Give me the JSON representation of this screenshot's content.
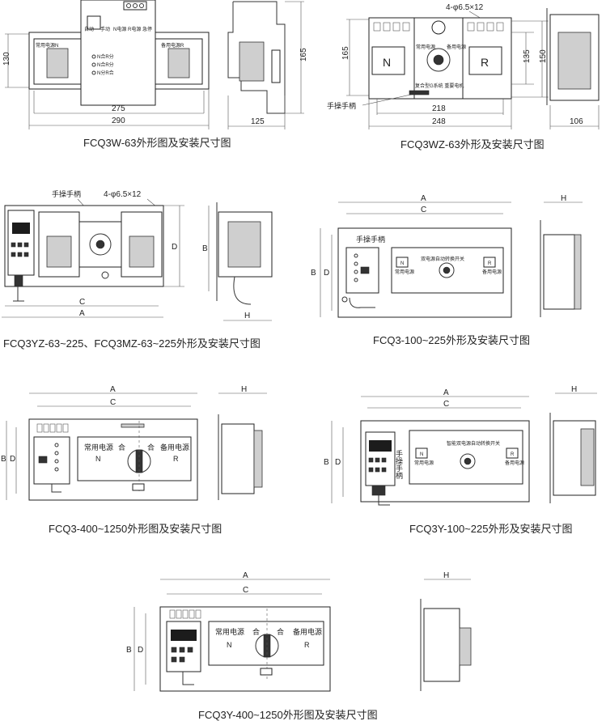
{
  "captions": {
    "d1": "FCQ3W-63外形图及安装尺寸图",
    "d2": "FCQ3WZ-63外形及安装尺寸图",
    "d3": "FCQ3YZ-63~225、FCQ3MZ-63~225外形及安装尺寸图",
    "d4": "FCQ3-100~225外形及安装尺寸图",
    "d5": "FCQ3-400~1250外形图及安装尺寸图",
    "d6": "FCQ3Y-100~225外形及安装尺寸图",
    "d7": "FCQ3Y-400~1250外形图及安装尺寸图"
  },
  "d1": {
    "h130": "130",
    "h165": "165",
    "w275": "275",
    "w290": "290",
    "w125": "125",
    "lbl_normal": "常用电源N",
    "lbl_backup": "备用电源R",
    "btn_labels": [
      "自动",
      "手动",
      "N电源",
      "R电源",
      "急停"
    ],
    "ind1": "N合R分",
    "ind2": "N合R分",
    "ind3": "N分R合"
  },
  "d2": {
    "holes": "4-φ6.5×12",
    "h165": "165",
    "h135": "135",
    "h150": "150",
    "w218": "218",
    "w248": "248",
    "w106": "106",
    "handle": "手操手柄",
    "N": "N",
    "R": "R",
    "lbl_n": "常用电源",
    "lbl_r": "备用电源",
    "bottom": "复合型G系统    重要电机"
  },
  "d3": {
    "handle": "手操手柄",
    "holes": "4-φ6.5×12",
    "A": "A",
    "B": "B",
    "C": "C",
    "D": "D",
    "H": "H"
  },
  "d4": {
    "A": "A",
    "B": "B",
    "C": "C",
    "D": "D",
    "H": "H",
    "handle": "手操手柄",
    "title": "双电源自动转换开关",
    "N": "N",
    "R": "R",
    "lbl_n": "常用电源",
    "lbl_r": "备用电源"
  },
  "d5": {
    "A": "A",
    "B": "B",
    "C": "C",
    "D": "D",
    "H": "H",
    "normal": "常用电源",
    "backup": "备用电源",
    "he1": "合",
    "he2": "合",
    "N": "N",
    "R": "R"
  },
  "d6": {
    "A": "A",
    "B": "B",
    "C": "C",
    "D": "D",
    "H": "H",
    "title": "智能双电源自动转换开关",
    "handle_v": "手操手柄",
    "N": "N",
    "R": "R",
    "lbl_n": "常用电源",
    "lbl_r": "备用电源"
  },
  "d7": {
    "A": "A",
    "B": "B",
    "C": "C",
    "D": "D",
    "H": "H",
    "normal": "常用电源",
    "backup": "备用电源",
    "he1": "合",
    "he2": "合",
    "N": "N",
    "R": "R"
  }
}
